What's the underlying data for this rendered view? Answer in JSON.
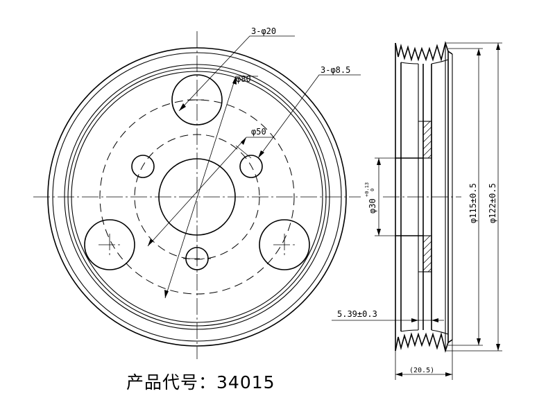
{
  "dimensions": {
    "big_holes": "3-φ20",
    "small_holes": "3-φ8.5",
    "pcd_large": "φ80",
    "pcd_small": "φ50",
    "bore": "φ30",
    "bore_tol_upper": "+0.13",
    "bore_tol_lower": "0",
    "inner_dia": "φ115±0.5",
    "outer_dia": "φ122±0.5",
    "offset": "5.39±0.3",
    "width": "(20.5)"
  },
  "caption": {
    "label": "产品代号：",
    "code": "34015"
  }
}
